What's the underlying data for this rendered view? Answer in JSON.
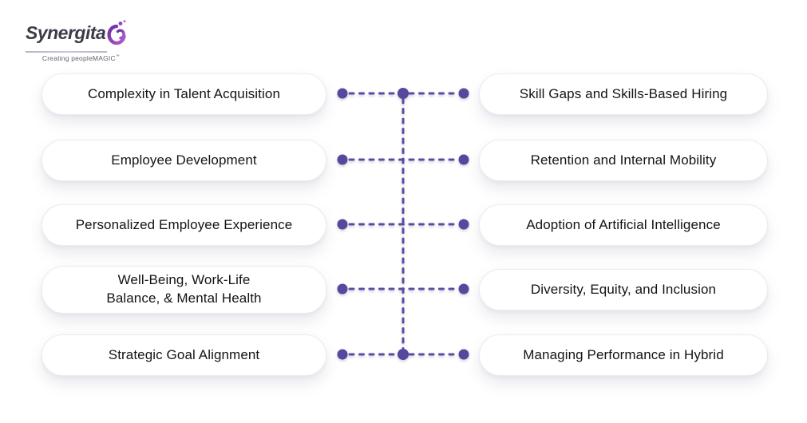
{
  "logo": {
    "name": "Synergita",
    "tagline": "Creating peopleMAGIC",
    "trademark": "™"
  },
  "diagram": {
    "rows": [
      {
        "left": "Complexity in Talent Acquisition",
        "right": "Skill Gaps and Skills-Based Hiring"
      },
      {
        "left": "Employee Development",
        "right": "Retention and Internal Mobility"
      },
      {
        "left": "Personalized Employee Experience",
        "right": "Adoption of Artificial Intelligence"
      },
      {
        "left": "Well-Being, Work-Life\nBalance, & Mental Health",
        "right": "Diversity, Equity, and Inclusion"
      },
      {
        "left": "Strategic Goal Alignment",
        "right": "Managing Performance in Hybrid"
      }
    ]
  },
  "colors": {
    "connector_purple": "#5A4EA4",
    "dot_purple": "#55489D",
    "logo_purple": "#8B44B8",
    "box_text": "#141418",
    "box_border": "#ECEBF2",
    "tagline_gray": "#63616E"
  }
}
